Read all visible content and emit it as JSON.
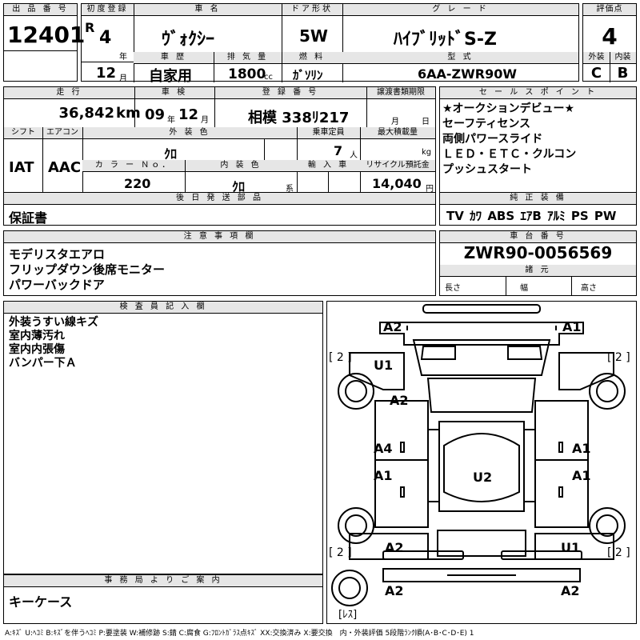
{
  "header": {
    "lot_label": "出 品 番 号",
    "lot_no": "12401",
    "first_reg_label": "初度登録",
    "era": "R",
    "year_num": "4",
    "year_unit": "年",
    "month_num": "12",
    "month_unit": "月",
    "car_name_label": "車 名",
    "car_name": "ｳﾞｫｸｼｰ",
    "door_label": "ドア形状",
    "door_value": "5W",
    "grade_label": "グ レ ー ド",
    "grade_value": "ﾊｲﾌﾞﾘｯﾄﾞS-Z",
    "score_label": "評価点",
    "score_value": "4",
    "history_label": "車 歴",
    "history_value": "自家用",
    "disp_label": "排 気 量",
    "disp_value": "1800",
    "disp_unit": "cc",
    "fuel_label": "燃 料",
    "fuel_value": "ｶﾞｿﾘﾝ",
    "model_label": "型 式",
    "model_value": "6AA-ZWR90W",
    "ext_label": "外装",
    "ext_value": "C",
    "int_label": "内装",
    "int_value": "B"
  },
  "details": {
    "mileage_label": "走 行",
    "mileage_value": "36,842",
    "mileage_unit": "km",
    "inspection_label": "車 検",
    "insp_year": "09",
    "insp_year_unit": "年",
    "insp_month": "12",
    "insp_month_unit": "月",
    "reg_no_label": "登 録 番 号",
    "reg_no_value": "相模 338ﾘ217",
    "transfer_label": "譲渡書類期限",
    "transfer_month": "月",
    "transfer_day": "日",
    "shift_label": "シフト",
    "shift_value": "IAT",
    "ac_label": "エアコン",
    "ac_value": "AAC",
    "ext_color_label": "外 装 色",
    "ext_color_value": "ｸﾛ",
    "capacity_label": "乗車定員",
    "capacity_value": "7",
    "capacity_unit": "人",
    "load_label": "最大積載量",
    "load_unit": "kg",
    "color_no_label": "カ ラ ー Ｎｏ．",
    "color_no_value": "220",
    "int_color_label": "内 装 色",
    "int_color_value": "ｸﾛ",
    "int_color_unit": "系",
    "import_label": "輸 入 車",
    "recycle_label": "リサイクル預託金",
    "recycle_value": "14,040",
    "recycle_unit": "円",
    "later_label": "後 日 発 送 部 品",
    "later_value": "保証書"
  },
  "sales_points": {
    "label": "セ ー ル ス ポ イ ン ト",
    "items": [
      "★オークションデビュー★",
      "セーフティセンス",
      "両側パワースライド",
      "ＬＥＤ・ＥＴＣ・クルコン",
      "プッシュスタート"
    ]
  },
  "equipment": {
    "label": "純 正 装 備",
    "items": [
      "TV",
      "ｶﾜ",
      "ABS",
      "ｴｱB",
      "ｱﾙﾐ",
      "PS",
      "PW"
    ]
  },
  "notes": {
    "label": "注 意 事 項 欄",
    "items": [
      "モデリスタエアロ",
      "フリップダウン後席モニター",
      "パワーバックドア"
    ]
  },
  "chassis": {
    "label": "車 台 番 号",
    "value": "ZWR90-0056569",
    "spec_label": "諸 元",
    "length_label": "長さ",
    "width_label": "幅",
    "height_label": "高さ"
  },
  "inspector": {
    "label": "検 査 員 記 入 欄",
    "items": [
      "外装うすい線キズ",
      "室内薄汚れ",
      "室内内張傷",
      "バンパー下Ａ"
    ]
  },
  "office": {
    "label": "事 務 局 よ り ご 案 内",
    "value": "キーケース"
  },
  "diagram": {
    "tire_marks": [
      "[ 2 ]",
      "[ 2 ]",
      "[ 2 ]",
      "[ 2 ]"
    ],
    "spare_mark": "[ﾚｽ]",
    "marks": {
      "front_left": "A2",
      "front_right": "A1",
      "fender_left": "U1",
      "hood": "A2",
      "door_fl": "A4",
      "door_fr": "A1",
      "door_rl": "A1",
      "door_rr": "A1",
      "roof": "U2",
      "quarter_rl": "A2",
      "quarter_rr": "U1",
      "rear_left": "A2",
      "rear_right": "A2"
    }
  },
  "legend": "A:ｷｽﾞ U:ﾍｺﾐ B:ｷｽﾞを伴うﾍｺﾐ P:要塗装 W:補修跡 S:錆 C:腐食 G:ﾌﾛﾝﾄｶﾞﾗｽ点ｷｽﾞ XX:交換済み X:要交換　内・外装評価 5段階ﾗﾝｸ順(A･B･C･D･E) 1"
}
